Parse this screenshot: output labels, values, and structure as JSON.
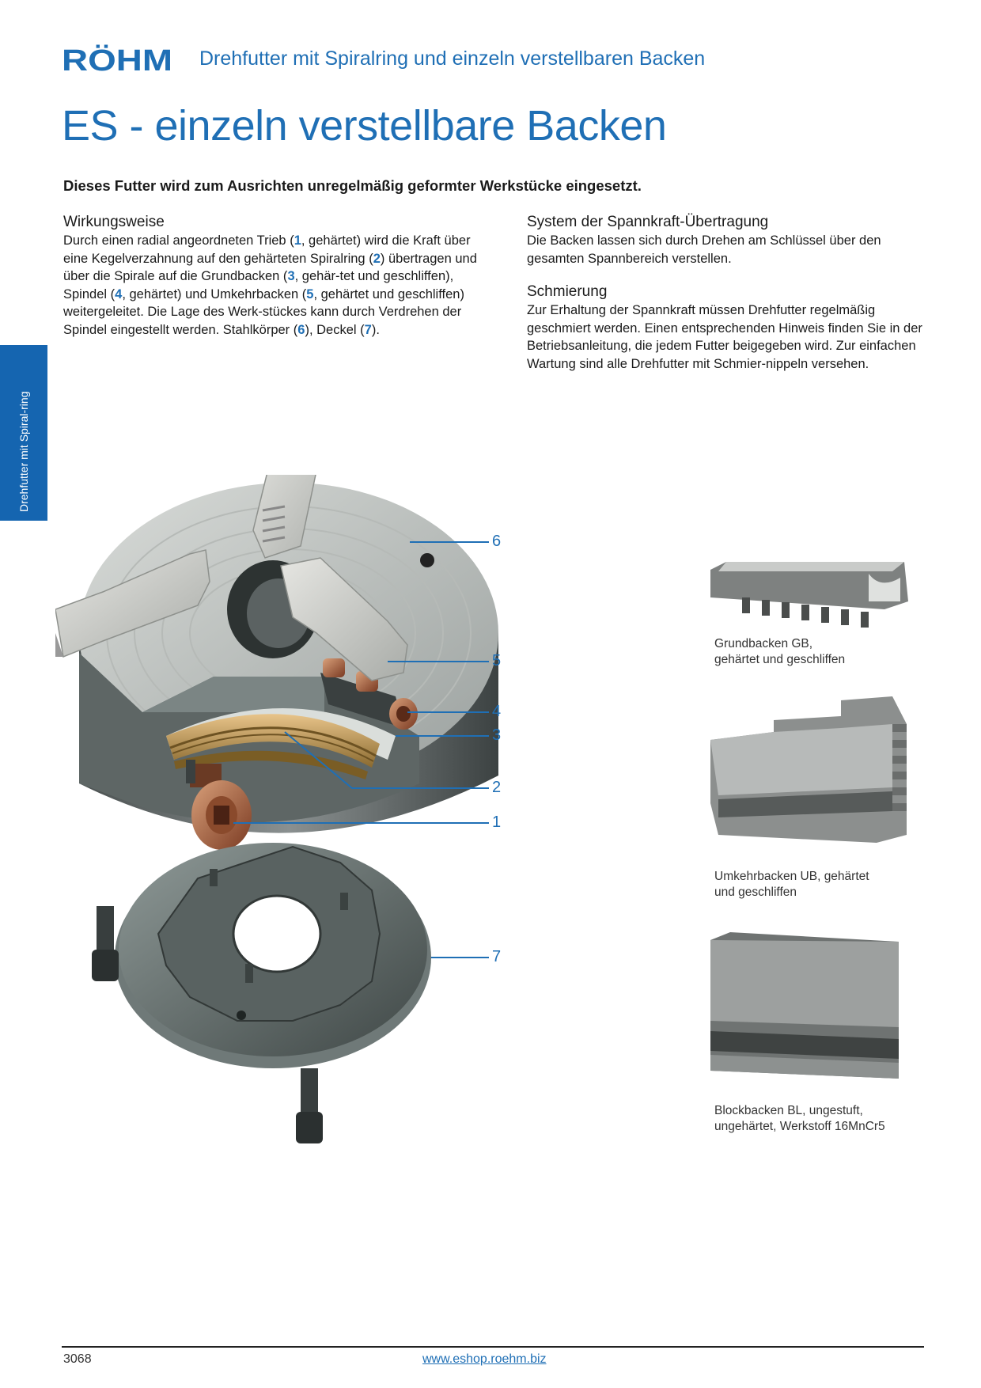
{
  "brand": {
    "name": "RÖHM",
    "color": "#1f6fb5"
  },
  "header": {
    "title": "Drehfutter mit Spiralring und einzeln verstellbaren Backen"
  },
  "page_title": "ES - einzeln verstellbare Backen",
  "intro": "Dieses Futter wird zum Ausrichten unregelmäßig geformter Werkstücke eingesetzt.",
  "sections": {
    "wirkungsweise": {
      "heading": "Wirkungsweise",
      "body_parts": [
        "Durch einen radial angeordneten Trieb (",
        "1",
        ", gehärtet) wird die Kraft über eine Kegelverzahnung auf den gehärteten Spiralring (",
        "2",
        ") übertragen und über die Spirale auf die Grundbacken (",
        "3",
        ", gehär-tet und geschliffen), Spindel (",
        "4",
        ", gehärtet) und Umkehrbacken (",
        "5",
        ", gehärtet und geschliffen) weitergeleitet. Die Lage des Werk-stückes kann durch Verdrehen der Spindel eingestellt werden. Stahlkörper (",
        "6",
        "), Deckel (",
        "7",
        ")."
      ]
    },
    "system": {
      "heading": "System der Spannkraft-Übertragung",
      "body": "Die Backen lassen sich durch Drehen am Schlüssel über den gesamten Spannbereich verstellen."
    },
    "schmierung": {
      "heading": "Schmierung",
      "body": "Zur Erhaltung der Spannkraft müssen Drehfutter regelmäßig geschmiert werden. Einen entsprechenden Hinweis finden Sie in der Betriebsanleitung, die jedem Futter beigegeben wird. Zur einfachen Wartung sind alle Drehfutter mit Schmier-nippeln versehen."
    }
  },
  "side_tab": {
    "text": "Drehfutter mit Spiral-ring",
    "color": "#1565b0"
  },
  "callouts": [
    "6",
    "5",
    "4",
    "3",
    "2",
    "1",
    "7"
  ],
  "jaws": [
    {
      "name": "Grundbacken GB",
      "caption_lines": [
        "Grundbacken GB,",
        "gehärtet und geschliffen"
      ]
    },
    {
      "name": "Umkehrbacken UB",
      "caption_lines": [
        "Umkehrbacken UB, gehärtet",
        "und geschliffen"
      ]
    },
    {
      "name": "Blockbacken BL",
      "caption_lines": [
        "Blockbacken BL, ungestuft,",
        "ungehärtet, Werkstoff 16MnCr5"
      ]
    }
  ],
  "footer": {
    "page_number": "3068",
    "url": "www.eshop.roehm.biz"
  }
}
